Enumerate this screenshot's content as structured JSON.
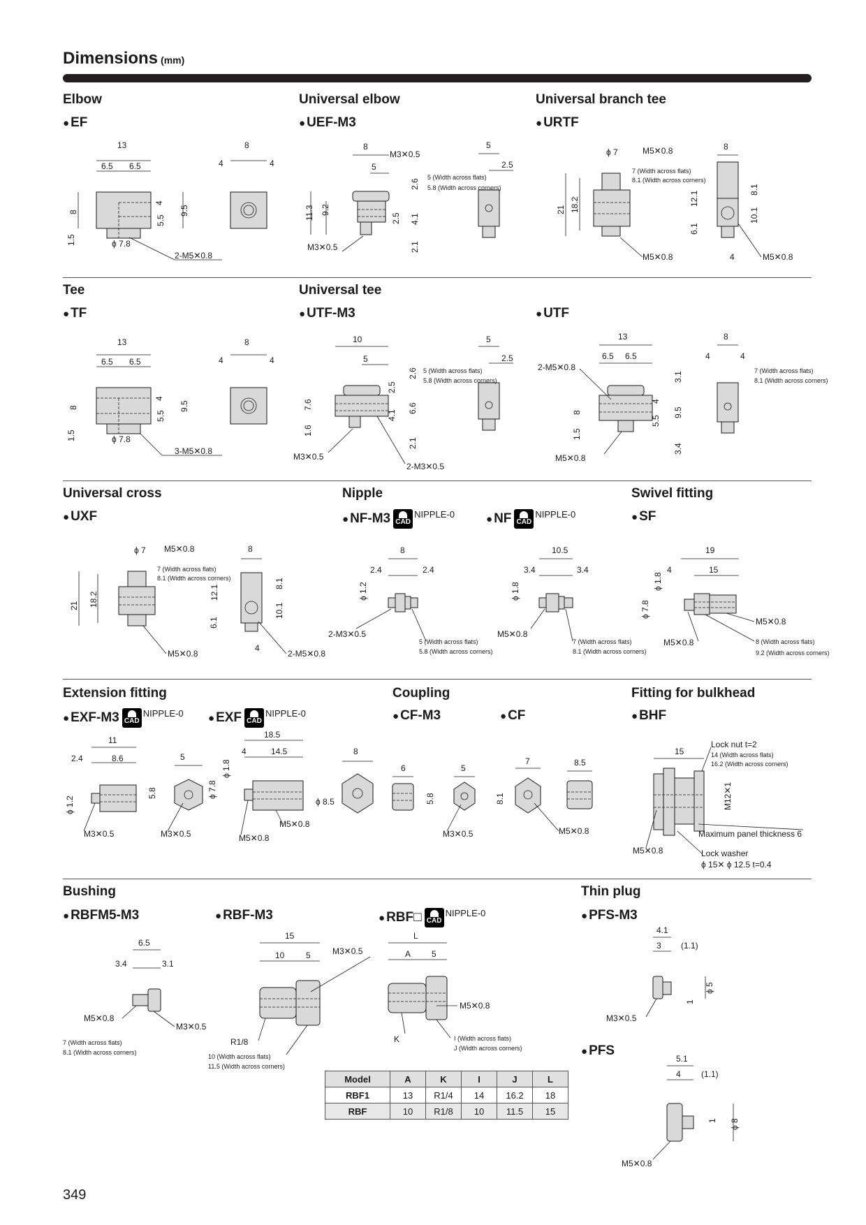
{
  "header": {
    "title": "Dimensions",
    "unit": "(mm)"
  },
  "sections": {
    "elbow": "Elbow",
    "univ_elbow": "Universal elbow",
    "univ_branch_tee": "Universal branch tee",
    "tee": "Tee",
    "univ_tee": "Universal tee",
    "univ_cross": "Universal cross",
    "nipple": "Nipple",
    "swivel": "Swivel fitting",
    "extension": "Extension fitting",
    "coupling": "Coupling",
    "bulkhead": "Fitting for bulkhead",
    "bushing": "Bushing",
    "thin_plug": "Thin plug"
  },
  "models": {
    "ef": "EF",
    "uef": "UEF-M3",
    "urtf": "URTF",
    "tf": "TF",
    "utf_m3": "UTF-M3",
    "utf": "UTF",
    "uxf": "UXF",
    "nf_m3": "NF-M3",
    "nf": "NF",
    "sf": "SF",
    "exf_m3": "EXF-M3",
    "exf": "EXF",
    "cf_m3": "CF-M3",
    "cf": "CF",
    "bhf": "BHF",
    "rbfm5": "RBFM5-M3",
    "rbf_m3": "RBF-M3",
    "rbf": "RBF□",
    "pfs_m3": "PFS-M3",
    "pfs": "PFS"
  },
  "cad": {
    "label": "CAD",
    "nipple": "NIPPLE-0"
  },
  "dims": {
    "ef": [
      "13",
      "6.5",
      "6.5",
      "8",
      "1.5",
      "4",
      "5.5",
      "9.5",
      "ϕ 7.8",
      "2-M5✕0.8",
      "8",
      "4",
      "4"
    ],
    "uef": [
      "8",
      "M3✕0.5",
      "5",
      "11.3",
      "9.2",
      "2.5",
      "2.6",
      "4.1",
      "2.1",
      "M3✕0.5",
      "5 (Width across flats)",
      "5.8 (Width across corners)",
      "5",
      "2.5"
    ],
    "urtf": [
      "ϕ 7",
      "M5✕0.8",
      "7 (Width across flats)",
      "8.1 (Width across corners)",
      "21",
      "18.2",
      "M5✕0.8",
      "8",
      "12.1",
      "8.1",
      "6.1",
      "10.1",
      "4",
      "M5✕0.8"
    ],
    "tf": [
      "13",
      "6.5",
      "6.5",
      "8",
      "1.5",
      "4",
      "5.5",
      "9.5",
      "ϕ 7.8",
      "3-M5✕0.8",
      "8",
      "4",
      "4"
    ],
    "utf_m3": [
      "10",
      "5",
      "7.6",
      "1.6",
      "2.5",
      "2.6",
      "4.1",
      "6.6",
      "2.1",
      "M3✕0.5",
      "2-M3✕0.5",
      "5 (Width across flats)",
      "5.8 (Width across corners)",
      "5",
      "2.5"
    ],
    "utf": [
      "13",
      "6.5",
      "6.5",
      "2-M5✕0.8",
      "8",
      "1.5",
      "3.1",
      "4",
      "5.5",
      "9.5",
      "3.4",
      "M5✕0.8",
      "8",
      "4",
      "4",
      "7 (Width across flats)",
      "8.1 (Width across corners)"
    ],
    "uxf": [
      "ϕ 7",
      "M5✕0.8",
      "7 (Width across flats)",
      "8.1 (Width across corners)",
      "21",
      "18.2",
      "M5✕0.8",
      "8",
      "12.1",
      "8.1",
      "6.1",
      "10.1",
      "4",
      "2-M5✕0.8"
    ],
    "nf_m3": [
      "8",
      "2.4",
      "2.4",
      "ϕ 1.2",
      "2-M3✕0.5",
      "5 (Width across flats)",
      "5.8 (Width across corners)"
    ],
    "nf": [
      "10.5",
      "3.4",
      "3.4",
      "ϕ 1.8",
      "M5✕0.8",
      "7 (Width across flats)",
      "8.1 (Width across corners)"
    ],
    "sf": [
      "19",
      "4",
      "15",
      "ϕ 1.8",
      "ϕ 7.8",
      "M5✕0.8",
      "M5✕0.8",
      "8 (Width across flats)",
      "9.2 (Width across corners)"
    ],
    "exf_m3": [
      "11",
      "2.4",
      "8.6",
      "ϕ 1.2",
      "M3✕0.5",
      "5",
      "5.8",
      "M3✕0.5"
    ],
    "exf": [
      "18.5",
      "4",
      "14.5",
      "ϕ 1.8",
      "ϕ 7.8",
      "M5✕0.8",
      "M5✕0.8",
      "8",
      "ϕ 8.5"
    ],
    "cf_m3": [
      "6",
      "5",
      "5.8",
      "M3✕0.5"
    ],
    "cf": [
      "7",
      "8.5",
      "8.1",
      "M5✕0.8"
    ],
    "bhf": [
      "Lock nut t=2",
      "14 (Width across flats)",
      "16.2 (Width across corners)",
      "15",
      "M12✕1",
      "Maximum panel thickness 6",
      "M5✕0.8",
      "Lock washer",
      "ϕ 15✕ ϕ 12.5 t=0.4"
    ],
    "rbfm5": [
      "6.5",
      "3.4",
      "3.1",
      "M5✕0.8",
      "M3✕0.5",
      "7 (Width across flats)",
      "8.1 (Width across corners)"
    ],
    "rbf_m3": [
      "15",
      "10",
      "5",
      "M3✕0.5",
      "R1/8",
      "10 (Width across flats)",
      "11.5 (Width across corners)"
    ],
    "rbf": [
      "L",
      "A",
      "5",
      "M5✕0.8",
      "K",
      "I (Width across flats)",
      "J (Width across corners)"
    ],
    "pfs_m3": [
      "4.1",
      "3",
      "(1.1)",
      "ϕ 5",
      "1",
      "M3✕0.5"
    ],
    "pfs": [
      "5.1",
      "4",
      "(1.1)",
      "ϕ 8",
      "1",
      "M5✕0.8"
    ]
  },
  "rbf_table": {
    "headers": [
      "Model",
      "A",
      "K",
      "I",
      "J",
      "L"
    ],
    "rows": [
      [
        "RBF1",
        "13",
        "R1/4",
        "14",
        "16.2",
        "18"
      ],
      [
        "RBF",
        "10",
        "R1/8",
        "10",
        "11.5",
        "15"
      ]
    ]
  },
  "page_number": "349"
}
